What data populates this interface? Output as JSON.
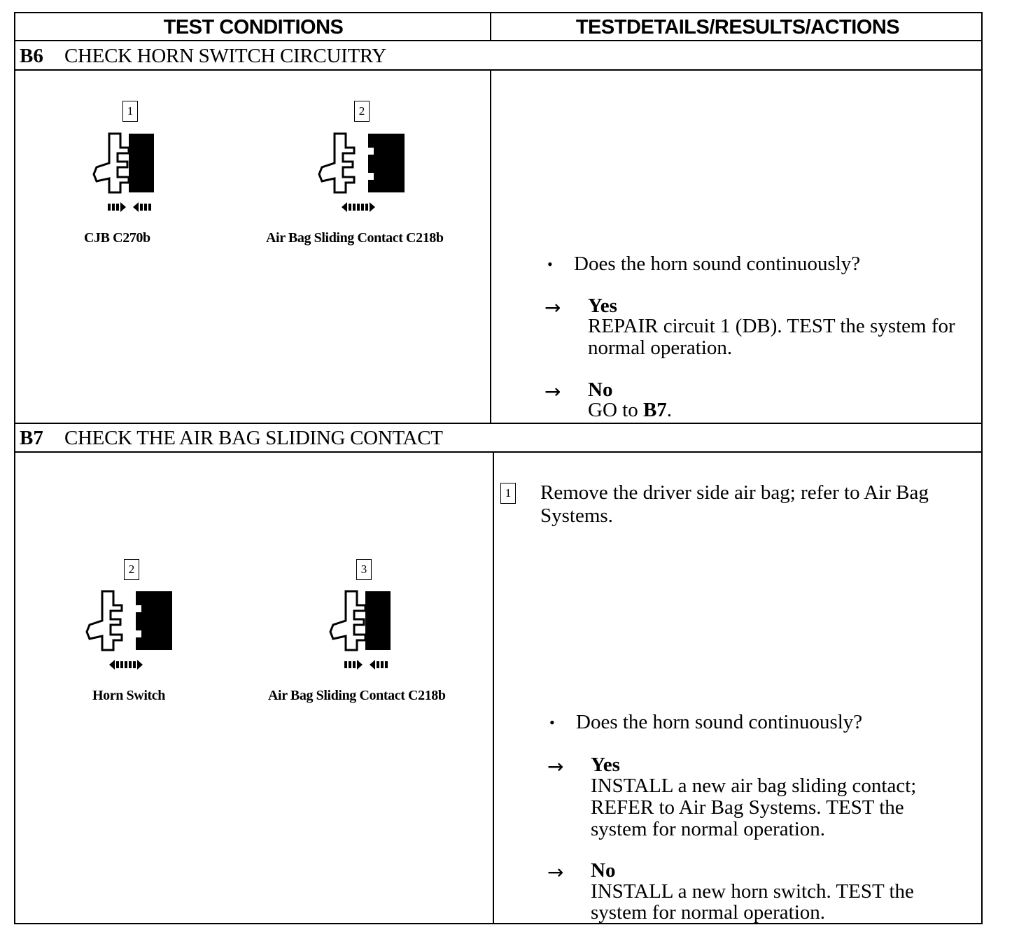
{
  "header": {
    "col_left": "TEST CONDITIONS",
    "col_right": "TESTDETAILS/RESULTS/ACTIONS"
  },
  "b6": {
    "id": "B6",
    "title": "CHECK HORN SWITCH CIRCUITRY",
    "step1_num": "1",
    "step2_num": "2",
    "conn1_caption": "CJB C270b",
    "conn2_caption": "Air Bag Sliding Contact C218b",
    "question": "Does the horn sound continuously?",
    "yes_label": "Yes",
    "yes_line1": "REPAIR circuit 1 (DB). TEST the system for",
    "yes_line2": "normal operation.",
    "no_label": "No",
    "no_text_prefix": "GO to ",
    "no_goto": "B7",
    "no_text_suffix": "."
  },
  "b7": {
    "id": "B7",
    "title": "CHECK THE AIR BAG SLIDING CONTACT",
    "step1_num": "1",
    "step1_line1": "Remove the driver side air bag; refer to Air Bag",
    "step1_line2": "Systems.",
    "step2_num": "2",
    "step3_num": "3",
    "conn2_caption": "Horn Switch",
    "conn3_caption": "Air Bag Sliding Contact C218b",
    "question": "Does the horn sound continuously?",
    "yes_label": "Yes",
    "yes_line1": "INSTALL a new air bag sliding contact;",
    "yes_line2": "REFER to Air Bag Systems. TEST the",
    "yes_line3": "system for normal operation.",
    "no_label": "No",
    "no_line1": "INSTALL a new horn switch. TEST the",
    "no_line2": "system for normal operation."
  },
  "symbols": {
    "bullet": "•",
    "arrow": "→"
  },
  "icons": {
    "connector_connected": "connector-connected-icon",
    "connector_disconnected": "connector-disconnected-icon"
  }
}
